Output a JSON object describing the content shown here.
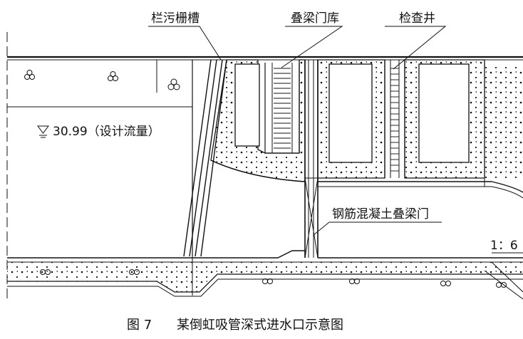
{
  "labels": {
    "trash_rack_slot": "栏污栅槽",
    "stoplog_storage": "叠梁门库",
    "inspection_well": "检查井",
    "water_level": "30.99（设计流量）",
    "rc_stoplog": "钢筋混凝土叠梁门",
    "slope": "1：6"
  },
  "caption": {
    "number": "图 7",
    "text": "某倒虹吸管深式进水口示意图"
  },
  "colors": {
    "line": "#111111",
    "background": "#ffffff"
  }
}
